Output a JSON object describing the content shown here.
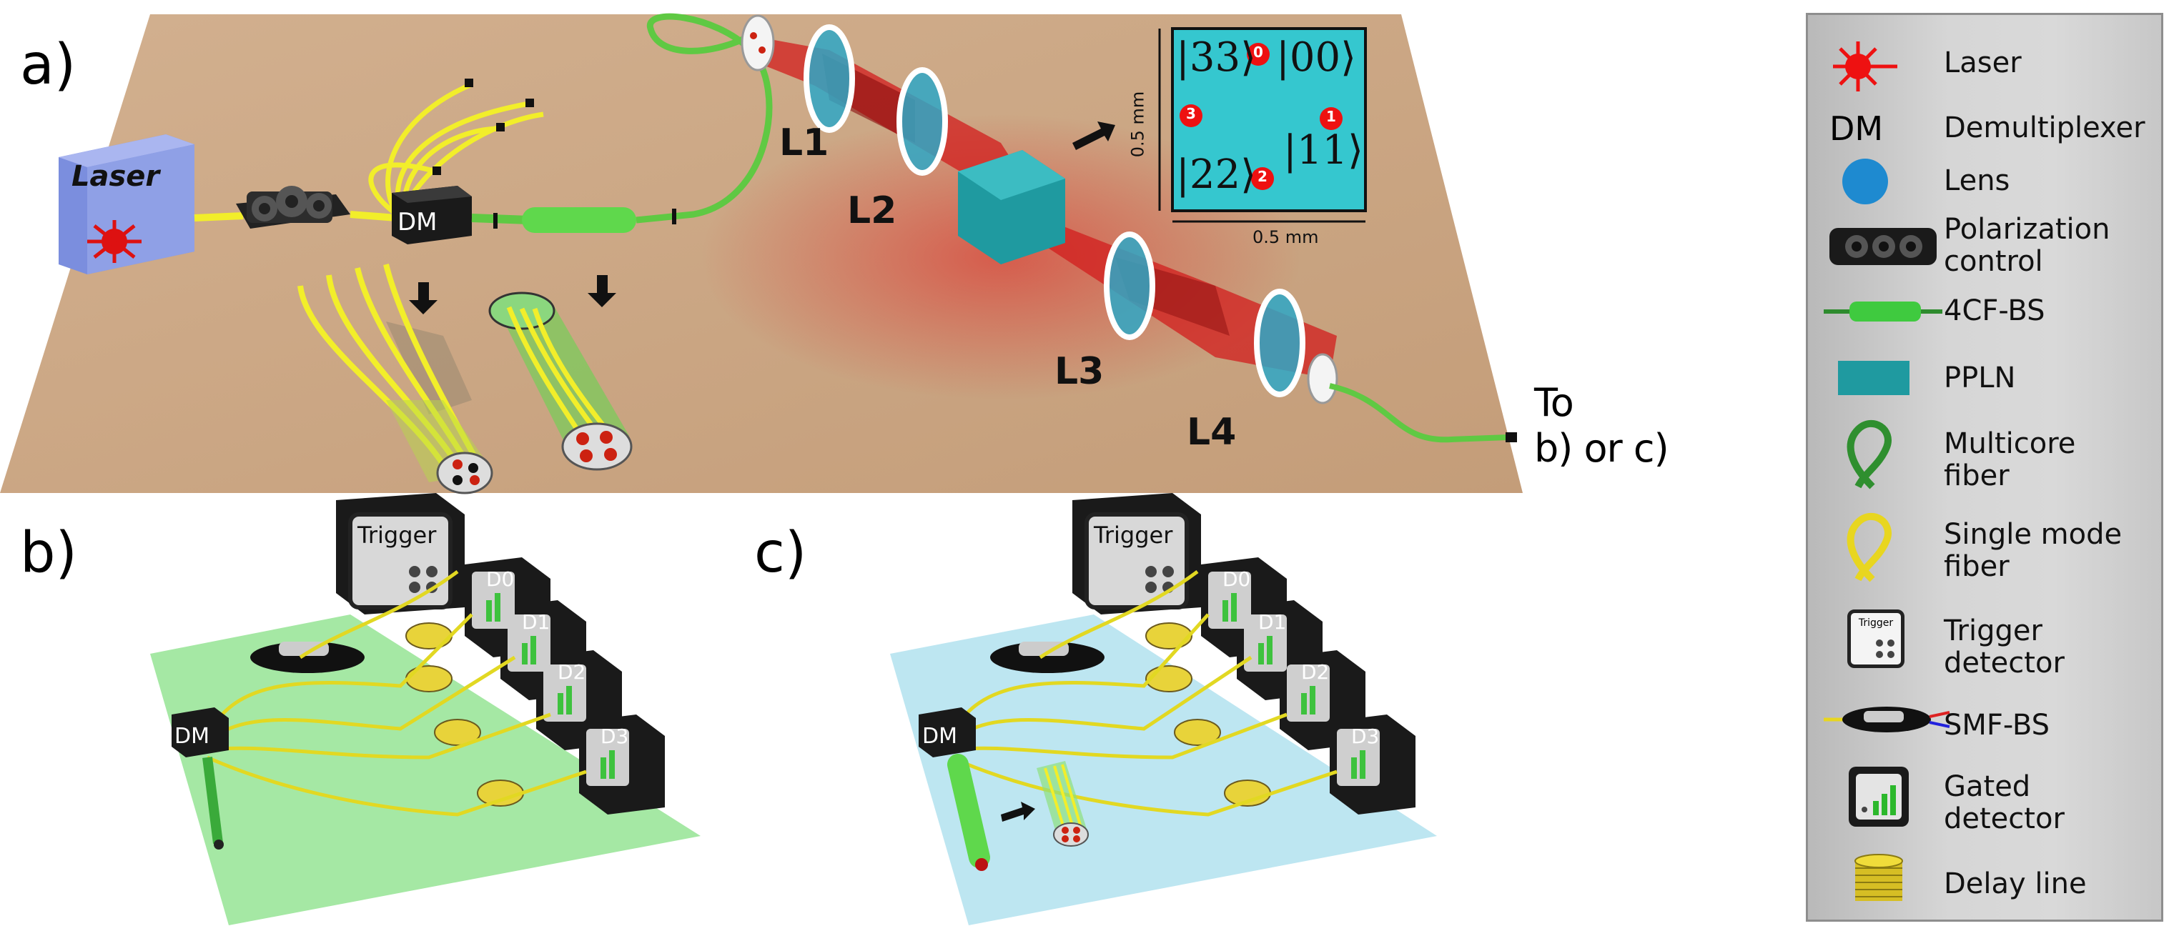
{
  "panels": {
    "a": "a)",
    "b": "b)",
    "c": "c)"
  },
  "to_label": {
    "line1": "To",
    "line2": "b) or c)"
  },
  "panel_a": {
    "laser_box": "Laser",
    "dm_box": "DM",
    "lenses": [
      "L1",
      "L2",
      "L3",
      "L4"
    ],
    "inset": {
      "kets": [
        "|33⟩",
        "|00⟩",
        "|22⟩",
        "|11⟩"
      ],
      "core_labels": [
        "0",
        "1",
        "2",
        "3"
      ],
      "axis_x": "0.5 mm",
      "axis_y": "0.5 mm"
    }
  },
  "panel_b": {
    "trigger": "Trigger",
    "dm": "DM",
    "detectors": [
      "D0",
      "D1",
      "D2",
      "D3"
    ]
  },
  "panel_c": {
    "trigger": "Trigger",
    "dm": "DM",
    "detectors": [
      "D0",
      "D1",
      "D2",
      "D3"
    ]
  },
  "legend": {
    "items": [
      {
        "icon": "laser-icon",
        "label": [
          "Laser"
        ]
      },
      {
        "icon": "dm-text",
        "label": [
          "Demultiplexer"
        ],
        "symbol": "DM"
      },
      {
        "icon": "lens-icon",
        "label": [
          "Lens"
        ]
      },
      {
        "icon": "polarization-control-icon",
        "label": [
          "Polarization",
          "control"
        ]
      },
      {
        "icon": "4cf-bs-icon",
        "label": [
          "4CF-BS"
        ]
      },
      {
        "icon": "ppln-icon",
        "label": [
          "PPLN"
        ]
      },
      {
        "icon": "multicore-fiber-icon",
        "label": [
          "Multicore",
          "fiber"
        ]
      },
      {
        "icon": "single-mode-fiber-icon",
        "label": [
          "Single mode",
          "fiber"
        ]
      },
      {
        "icon": "trigger-detector-icon",
        "label": [
          "Trigger",
          "detector"
        ],
        "icon_text": "Trigger"
      },
      {
        "icon": "smf-bs-icon",
        "label": [
          "SMF-BS"
        ]
      },
      {
        "icon": "gated-detector-icon",
        "label": [
          "Gated",
          "detector"
        ]
      },
      {
        "icon": "delay-line-icon",
        "label": [
          "Delay line"
        ]
      }
    ]
  },
  "colors": {
    "table": "#c9a582",
    "board_b": "#9be59a",
    "board_c": "#b6e3ef",
    "beam": "#d21d1d",
    "fiber_yellow": "#f2ee2a",
    "fiber_green": "#5fc943",
    "ppln": "#1f9aa0",
    "inset_bg": "#35c7cf"
  }
}
